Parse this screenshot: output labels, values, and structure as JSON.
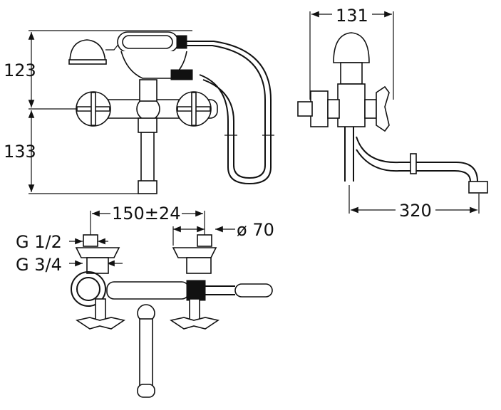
{
  "dimensions": {
    "front_upper_height": "123",
    "front_lower_height": "133",
    "side_width": "131",
    "side_spout_reach": "320",
    "top_center_distance": "150±24",
    "top_diameter": "ø 70",
    "thread_small": "G 1/2",
    "thread_large": "G 3/4"
  }
}
